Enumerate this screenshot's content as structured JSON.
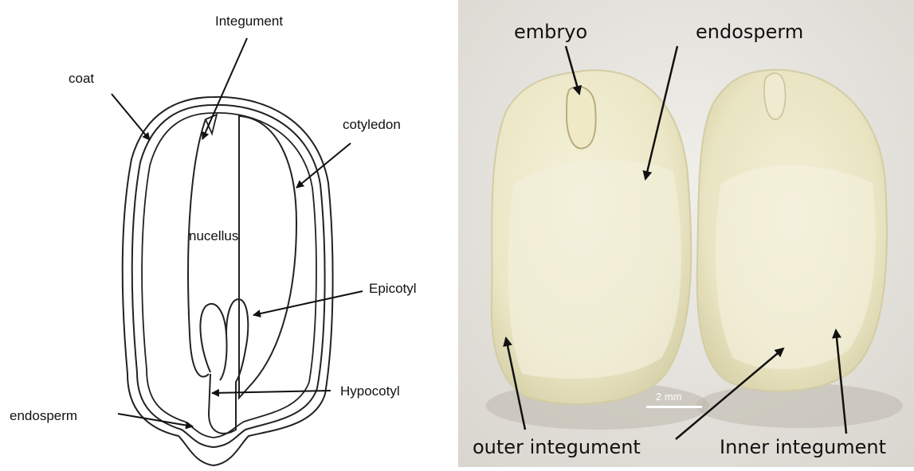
{
  "sketch": {
    "labels": {
      "integument": "Integument",
      "coat": "coat",
      "cotyledon": "cotyledon",
      "nucellus": "nucellus",
      "epicotyl": "Epicotyl",
      "hypocotyl": "Hypocotyl",
      "endosperm": "endosperm"
    }
  },
  "photo": {
    "labels": {
      "embryo": "embryo",
      "endosperm": "endosperm",
      "outer_integument": "outer integument",
      "inner_integument": "Inner integument"
    },
    "scale_bar": "2 mm"
  }
}
